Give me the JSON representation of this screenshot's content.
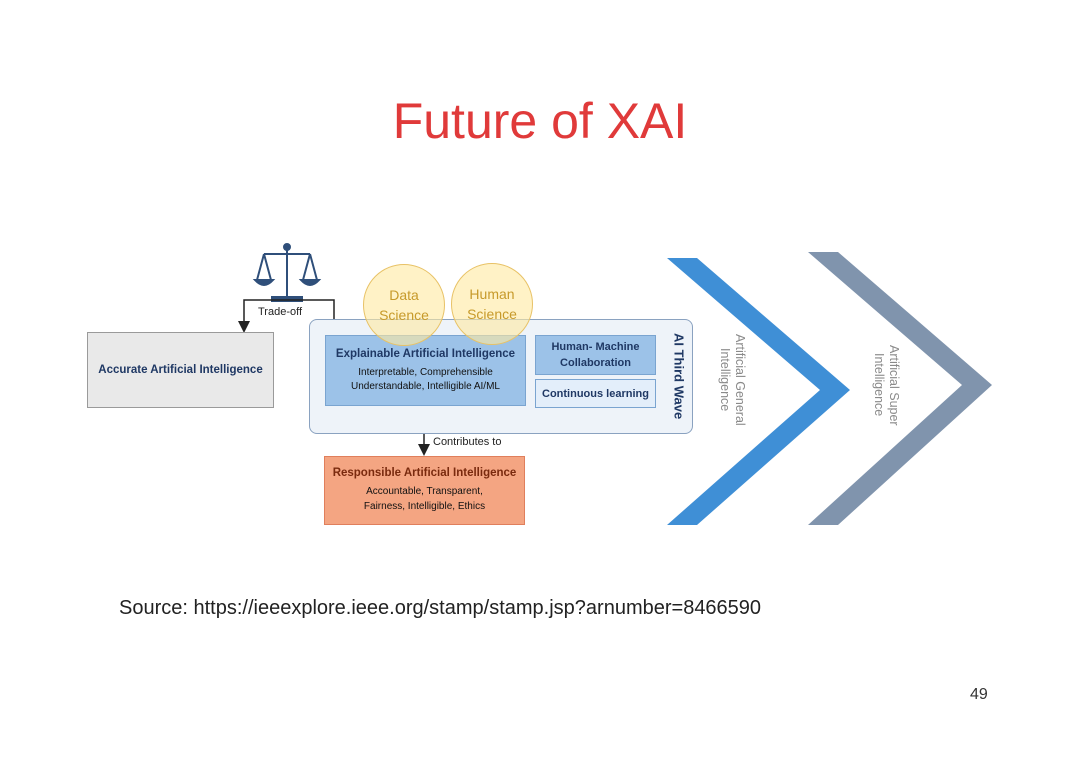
{
  "slide": {
    "title": "Future of XAI",
    "source": "Source: https://ieeexplore.ieee.org/stamp/stamp.jsp?arnumber=8466590",
    "page_number": "49"
  },
  "diagram": {
    "tradeoff_label": "Trade-off",
    "accurate_ai": "Accurate Artificial Intelligence",
    "circles": {
      "data_science": "Data\nScience",
      "human_science": "Human\nScience"
    },
    "xai": {
      "title": "Explainable Artificial Intelligence",
      "line1": "Interpretable, Comprehensible",
      "line2": "Understandable, Intelligible AI/ML"
    },
    "human_machine": "Human- Machine\nCollaboration",
    "continuous_learning": "Continuous learning",
    "ai_third_wave": "AI Third Wave",
    "contributes_to": "Contributes to",
    "responsible_ai": {
      "title": "Responsible Artificial Intelligence",
      "line1": "Accountable, Transparent,",
      "line2": "Fairness, Intelligible, Ethics"
    },
    "agi": "Artificial General\nIntelligence",
    "asi": "Artificial Super\nIntelligence"
  },
  "colors": {
    "title": "#e03a3a",
    "chevron_agi": "#3f8fd6",
    "chevron_asi": "#8094ad"
  },
  "icons": {
    "scales": "scales-of-justice-icon"
  }
}
